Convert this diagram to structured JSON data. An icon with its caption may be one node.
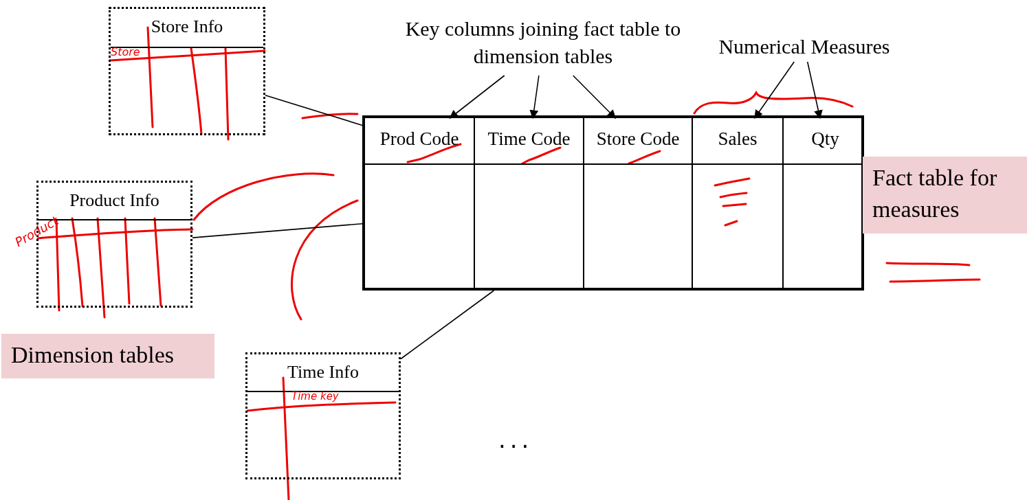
{
  "diagram": {
    "nodes": [
      {
        "text": [
          "Store Info"
        ]
      },
      {
        "text": [
          "Product Info"
        ]
      },
      {
        "text": [
          "Time Info"
        ]
      },
      {
        "text": [],
        "shape": "box"
      },
      {
        "text": [
          "Prod Code"
        ],
        "in": 3
      },
      {
        "text": [
          "Time Code"
        ],
        "in": 3
      },
      {
        "text": [
          "Store Code"
        ],
        "in": 3
      },
      {
        "text": [
          "Sales"
        ],
        "in": 3
      },
      {
        "text": [
          "Qty"
        ],
        "in": 3
      },
      {
        "text": [
          "Key columns joining fact table to dimension tables"
        ]
      },
      {
        "text": [
          "Numerical Measures"
        ]
      },
      {
        "text": [
          "Fact table for measures"
        ]
      },
      {
        "text": [
          "Dimension tables"
        ]
      }
    ],
    "edges": [
      {
        "from": 9,
        "to": 4,
        "arrow": "to"
      },
      {
        "from": 9,
        "to": 5,
        "arrow": "to"
      },
      {
        "from": 9,
        "to": 6,
        "arrow": "to"
      },
      {
        "from": 10,
        "to": 7,
        "arrow": "to"
      },
      {
        "from": 10,
        "to": 8,
        "arrow": "to"
      },
      {
        "from": 0,
        "to": 3,
        "arrow": "none"
      },
      {
        "from": 1,
        "to": 3,
        "arrow": "none"
      },
      {
        "from": 2,
        "to": 3,
        "arrow": "none"
      }
    ],
    "labels": [
      "Store",
      "Product",
      "Time key",
      "..."
    ]
  }
}
